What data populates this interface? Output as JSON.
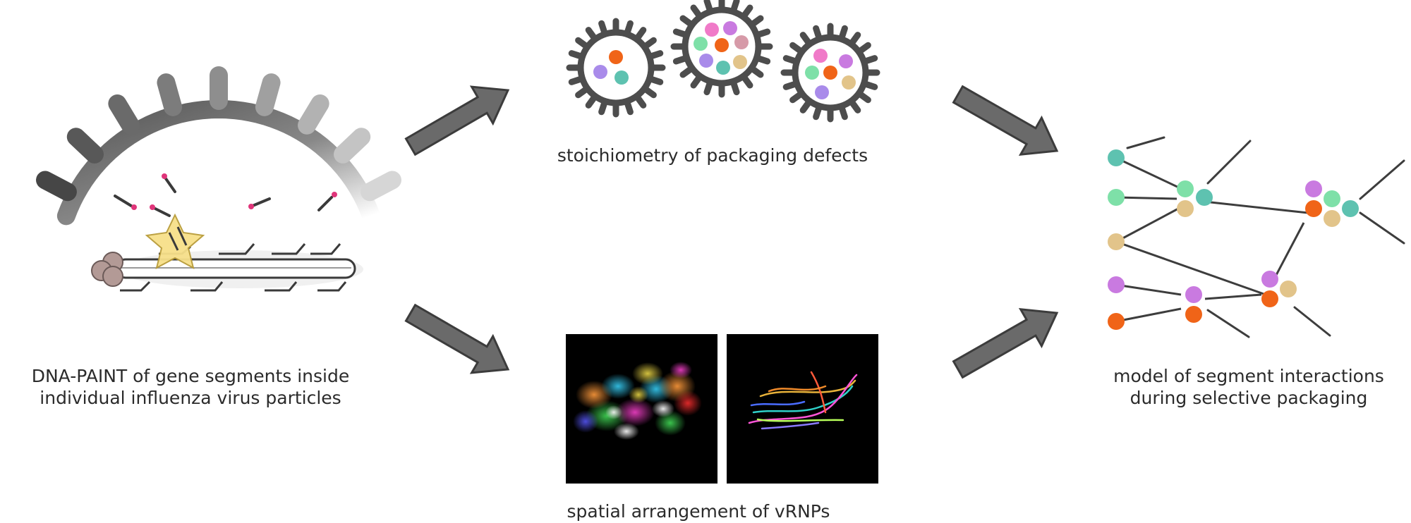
{
  "panels": {
    "dna_paint": {
      "caption_line1": "DNA-PAINT of gene segments inside",
      "caption_line2": "individual influenza virus particles"
    },
    "stoichiometry": {
      "caption": "stoichiometry of packaging defects"
    },
    "spatial": {
      "caption": "spatial arrangement of vRNPs"
    },
    "model": {
      "caption_line1": "model of segment interactions",
      "caption_line2": "during selective packaging"
    }
  },
  "colors": {
    "spike": "#4d4d4d",
    "arrow": "#6a6a6a",
    "orange": "#f06418",
    "purple": "#a98bea",
    "teal": "#5ec2b0",
    "mint": "#7ee0a8",
    "pink": "#f07ac8",
    "violet": "#c97ae0",
    "rose": "#d69aa8",
    "tan": "#e2c48a",
    "star": "#f7e08a"
  }
}
